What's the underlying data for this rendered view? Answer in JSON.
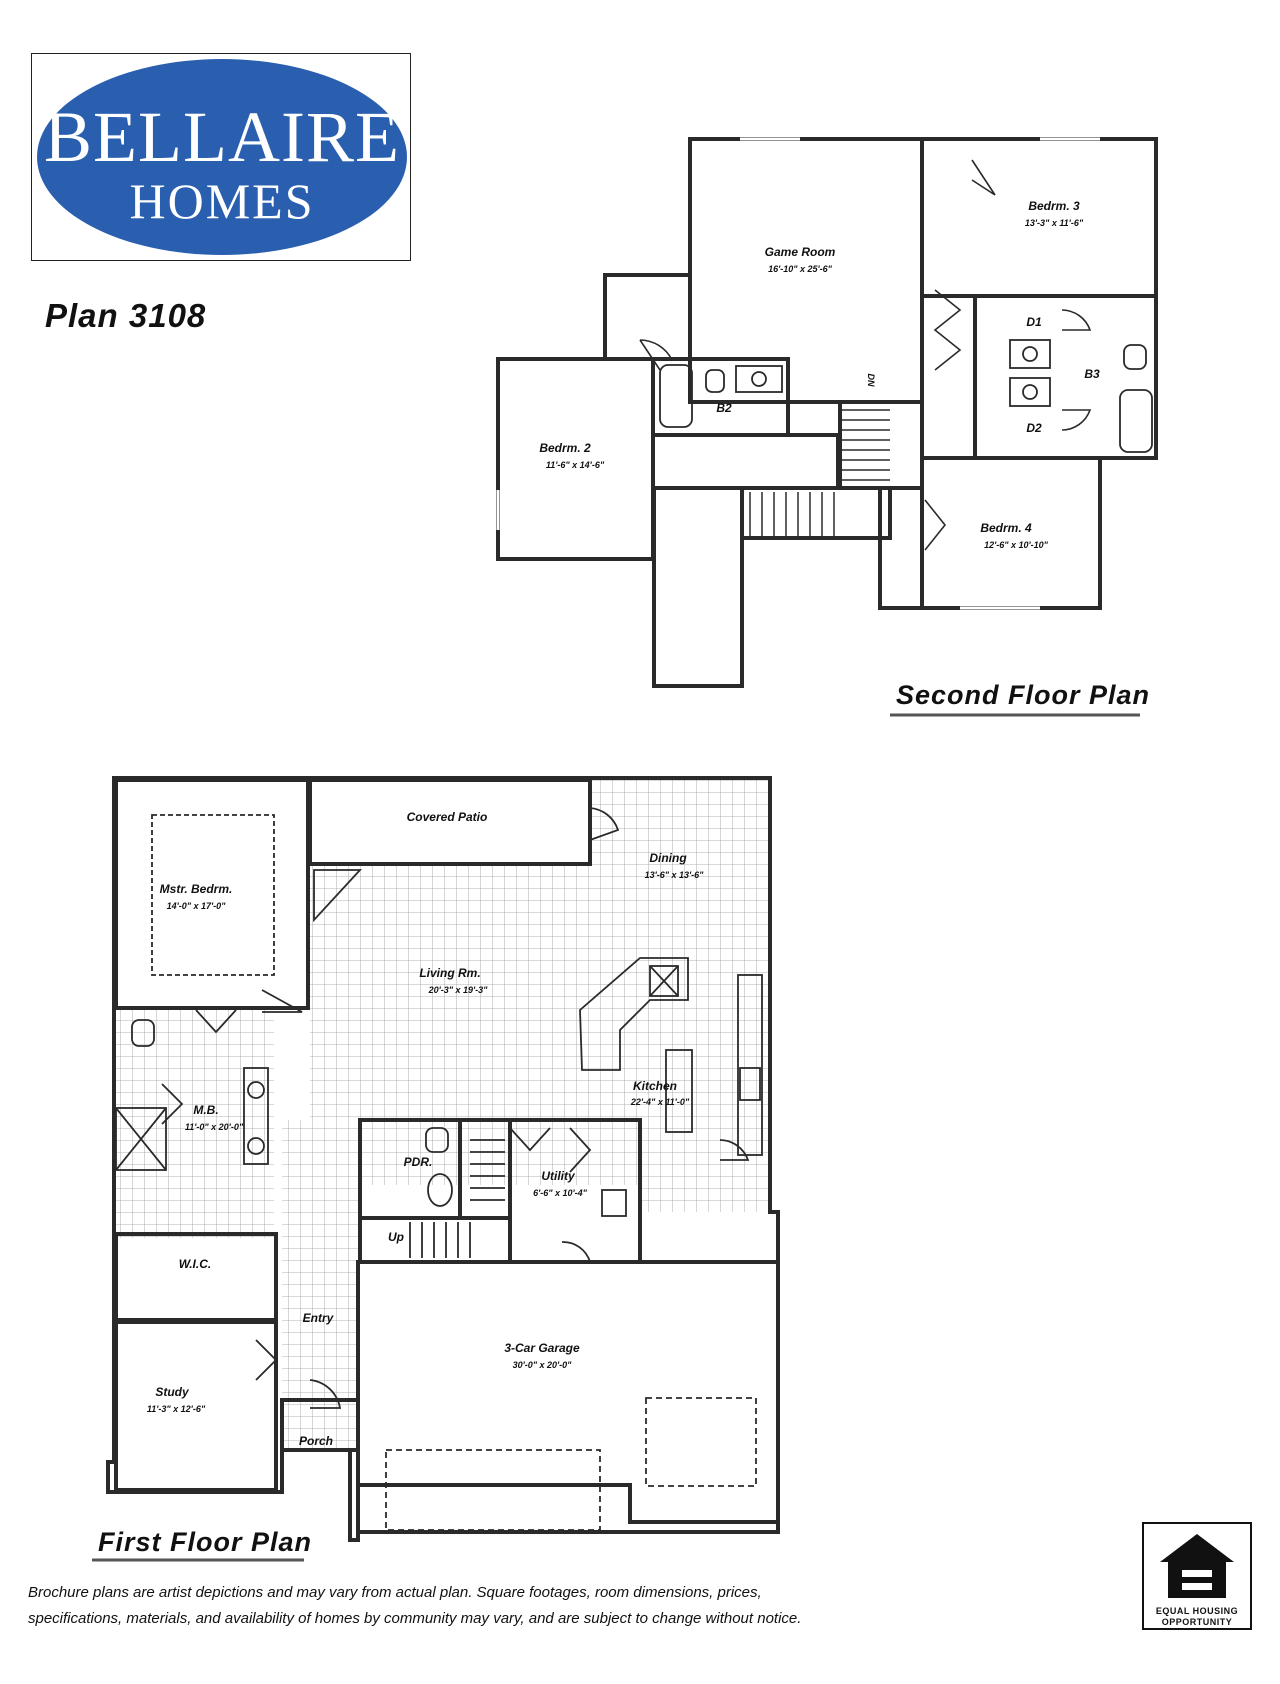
{
  "brand": {
    "line1": "BELLAIRE",
    "line2": "HOMES",
    "oval_color": "#2a5fb0"
  },
  "plan_title": "Plan 3108",
  "second_floor": {
    "title": "Second Floor Plan",
    "rooms": [
      {
        "name": "Game Room",
        "dims": "16'-10\" x 25'-6\""
      },
      {
        "name": "Bedrm. 3",
        "dims": "13'-3\" x 11'-6\""
      },
      {
        "name": "Bedrm. 2",
        "dims": "11'-6\" x 14'-6\""
      },
      {
        "name": "Bedrm. 4",
        "dims": "12'-6\" x 10'-10\""
      },
      {
        "name": "B2",
        "dims": ""
      },
      {
        "name": "B3",
        "dims": ""
      },
      {
        "name": "D1",
        "dims": ""
      },
      {
        "name": "D2",
        "dims": ""
      }
    ],
    "stair_label": "DN"
  },
  "first_floor": {
    "title": "First Floor Plan",
    "rooms": [
      {
        "name": "Covered Patio",
        "dims": ""
      },
      {
        "name": "Dining",
        "dims": "13'-6\" x 13'-6\""
      },
      {
        "name": "Mstr. Bedrm.",
        "dims": "14'-0\" x 17'-0\""
      },
      {
        "name": "Living Rm.",
        "dims": "20'-3\" x 19'-3\""
      },
      {
        "name": "Kitchen",
        "dims": "22'-4\" x 11'-0\""
      },
      {
        "name": "M.B.",
        "dims": "11'-0\" x 20'-0\""
      },
      {
        "name": "PDR.",
        "dims": ""
      },
      {
        "name": "Utility",
        "dims": "6'-6\" x 10'-4\""
      },
      {
        "name": "W.I.C.",
        "dims": ""
      },
      {
        "name": "Entry",
        "dims": ""
      },
      {
        "name": "3-Car Garage",
        "dims": "30'-0\" x 20'-0\""
      },
      {
        "name": "Study",
        "dims": "11'-3\" x 12'-6\""
      },
      {
        "name": "Porch",
        "dims": ""
      }
    ],
    "stair_label": "Up"
  },
  "disclaimer": {
    "line1": "Brochure plans are artist depictions and may vary from actual plan.  Square footages, room dimensions, prices,",
    "line2": "specifications, materials, and availability of homes by community may vary, and are subject to change without notice."
  },
  "equal_housing": {
    "line1": "EQUAL HOUSING",
    "line2": "OPPORTUNITY"
  }
}
